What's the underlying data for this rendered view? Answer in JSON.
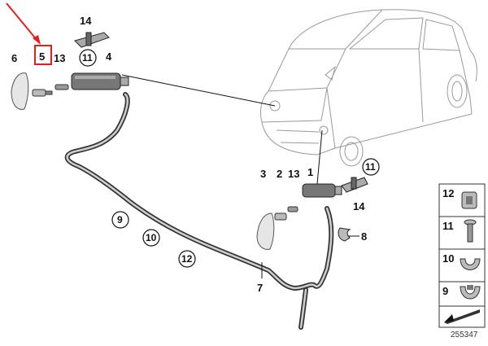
{
  "callouts": {
    "c6": "6",
    "c5": "5",
    "c13_top": "13",
    "c11_top": "11",
    "c4": "4",
    "c14_top": "14",
    "c3": "3",
    "c2": "2",
    "c13_bottom": "13",
    "c1": "1",
    "c11_bottom": "11",
    "c14_bottom": "14",
    "c8": "8",
    "c9": "9",
    "c10": "10",
    "c12": "12",
    "c7": "7"
  },
  "legend": [
    {
      "number": "12",
      "icon": "clip-icon"
    },
    {
      "number": "11",
      "icon": "bolt-icon"
    },
    {
      "number": "10",
      "icon": "clamp-icon"
    },
    {
      "number": "9",
      "icon": "hose-clip-icon"
    },
    {
      "number": "",
      "icon": "wedge-arrow-icon"
    }
  ],
  "diagram_number": "255347",
  "colors": {
    "highlight": "#e02020",
    "line": "#222222",
    "car": "#9a9a9a"
  }
}
